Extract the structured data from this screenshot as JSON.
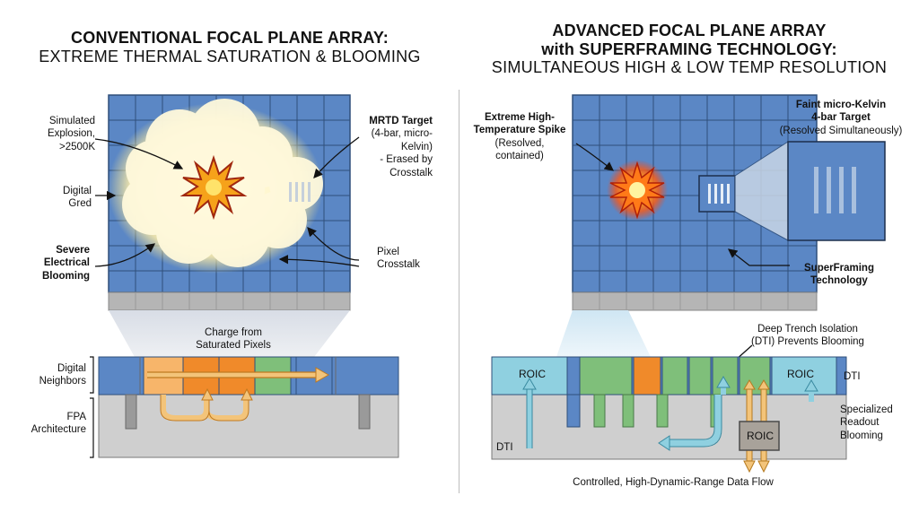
{
  "left": {
    "title_line1": "CONVENTIONAL FOCAL PLANE ARRAY:",
    "title_line2": "EXTREME THERMAL SATURATION & BLOOMING",
    "labels": {
      "explosion": [
        "Simulated",
        "Explosion,",
        ">2500K"
      ],
      "grid": [
        "Digital",
        "Gred"
      ],
      "blooming": [
        "Severe",
        "Electrical",
        "Blooming"
      ],
      "mrtd_title": "MRTD Target",
      "mrtd_sub": [
        "(4-bar, micro-Kelvin)",
        "- Erased by",
        "Crosstalk"
      ],
      "crosstalk": [
        "Pixel",
        "Crosstalk"
      ],
      "charge": [
        "Charge from",
        "Saturated Pixels"
      ],
      "neighbors": [
        "Digital",
        "Neighbors"
      ],
      "fpa": [
        "FPA",
        "Architecture"
      ]
    }
  },
  "right": {
    "title_line1": "ADVANCED FOCAL PLANE ARRAY",
    "title_line2": "with SUPERFRAMING TECHNOLOGY:",
    "title_line3": "SIMULTANEOUS HIGH & LOW TEMP RESOLUTION",
    "labels": {
      "spike_title": [
        "Extreme High-",
        "Temperature Spike"
      ],
      "spike_sub": [
        "(Resolved,",
        "contained)"
      ],
      "faint_title": [
        "Faint micro-Kelvin",
        "4-bar Target"
      ],
      "faint_sub": "(Resolved Simultaneously)",
      "superframing": [
        "SuperFraming",
        "Technology"
      ],
      "dti_title": [
        "Deep Trench Isolation",
        "(DTI) Prevents Blooming"
      ],
      "roic_left": "ROIC",
      "roic_right": "ROIC",
      "roic_chip": "ROIC",
      "dti_right": "DTI",
      "dti_bottom": "DTI",
      "readout": [
        "Specialized",
        "Readout",
        "Blooming"
      ],
      "footer": "Controlled, High-Dynamic-Range Data Flow"
    }
  },
  "colors": {
    "pixel_blue": "#5b87c5",
    "grid_line": "#2f4f7a",
    "roic_gray": "#b5b5b5",
    "substrate": "#cfcfcf",
    "green": "#7fbf7a",
    "orange": "#f08a2a",
    "light_orange": "#f7b56a",
    "cyan": "#8fd0e0"
  }
}
